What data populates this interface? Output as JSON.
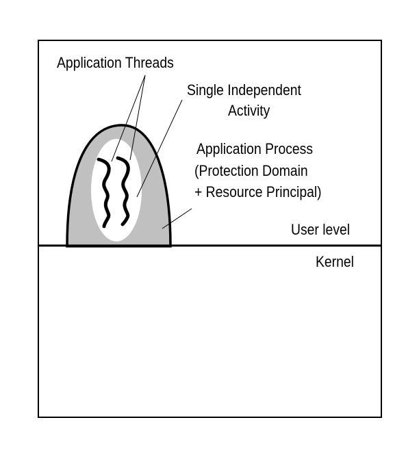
{
  "labels": {
    "threads": "Application Threads",
    "activity_line1": "Single Independent",
    "activity_line2": "Activity",
    "process_line1": "Application Process",
    "process_line2": "(Protection Domain",
    "process_line3": "+ Resource Principal)",
    "user_level": "User level",
    "kernel": "Kernel"
  },
  "colors": {
    "process_fill": "#c0c0c0",
    "activity_fill": "#ffffff",
    "stroke": "#000000"
  }
}
